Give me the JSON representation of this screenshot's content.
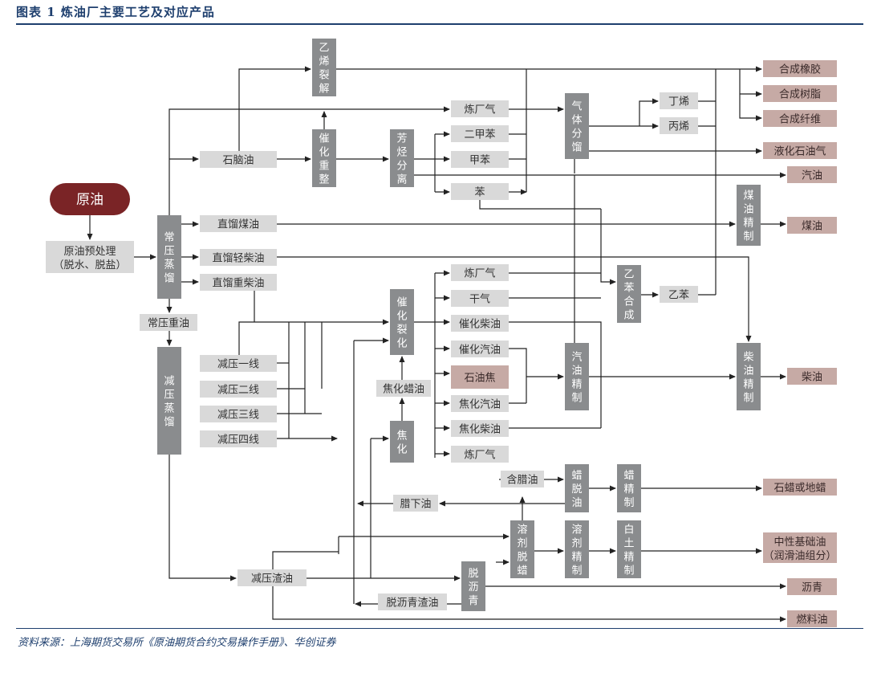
{
  "title": "图表 1   炼油厂主要工艺及对应产品",
  "source": "资料来源：上海期货交易所《原油期货合约交易操作手册》、华创证券",
  "colors": {
    "title": "#1e3f6e",
    "process_unit": "#8a8c8e",
    "intermediate": "#d9d9d9",
    "final_product": "#c6aaa5",
    "crude_oil": "#7a2426",
    "line": "#222222"
  },
  "crude_oil": "原油",
  "pretreatment": {
    "line1": "原油预处理",
    "line2": "（脱水、脱盐）"
  },
  "units": {
    "atmospheric_distillation": "常压蒸馏",
    "vacuum_distillation": "减压蒸馏",
    "ethylene_cracking": "乙烯裂解",
    "catalytic_reforming": "催化重整",
    "aromatics_separation": "芳烃分离",
    "gas_fractionation": "气体分馏",
    "kerosene_refining": "煤油精制",
    "ethylbenzene_synthesis": "乙苯合成",
    "catalytic_cracking": "催化裂化",
    "gasoline_refining": "汽油精制",
    "diesel_refining": "柴油精制",
    "coking": "焦化",
    "wax_deoiling": "蜡脱油",
    "wax_refining": "蜡精制",
    "solvent_dewaxing": "溶剂脱蜡",
    "solvent_refining": "溶剂精制",
    "clay_refining": "白土精制",
    "deasphalting": "脱沥青"
  },
  "intermediates": {
    "refinery_gas_top": "炼厂气",
    "naphtha": "石脑油",
    "xylene": "二甲苯",
    "toluene": "甲苯",
    "benzene": "苯",
    "butylene": "丁烯",
    "propylene": "丙烯",
    "straight_kerosene": "直馏煤油",
    "straight_light_diesel": "直馏轻柴油",
    "straight_heavy_diesel": "直馏重柴油",
    "atmospheric_residue": "常压重油",
    "vacuum_1": "减压一线",
    "vacuum_2": "减压二线",
    "vacuum_3": "减压三线",
    "vacuum_4": "减压四线",
    "fcc_refinery_gas": "炼厂气",
    "dry_gas": "干气",
    "fcc_diesel": "催化柴油",
    "fcc_gasoline": "催化汽油",
    "coker_gasoline": "焦化汽油",
    "coker_diesel": "焦化柴油",
    "coker_refinery_gas": "炼厂气",
    "coker_wax_oil": "焦化蜡油",
    "ethylbenzene": "乙苯",
    "slack_wax": "含腊油",
    "foots_oil": "腊下油",
    "vacuum_residue": "减压渣油",
    "deasphalted_residue": "脱沥青渣油"
  },
  "products": {
    "synthetic_rubber": "合成橡胶",
    "synthetic_resin": "合成树脂",
    "synthetic_fiber": "合成纤维",
    "lpg": "液化石油气",
    "gasoline": "汽油",
    "kerosene": "煤油",
    "diesel": "柴油",
    "petroleum_coke": "石油焦",
    "paraffin_wax": "石蜡或地蜡",
    "base_oil_line1": "中性基础油",
    "base_oil_line2": "（润滑油组分）",
    "asphalt": "沥青",
    "fuel_oil": "燃料油"
  }
}
